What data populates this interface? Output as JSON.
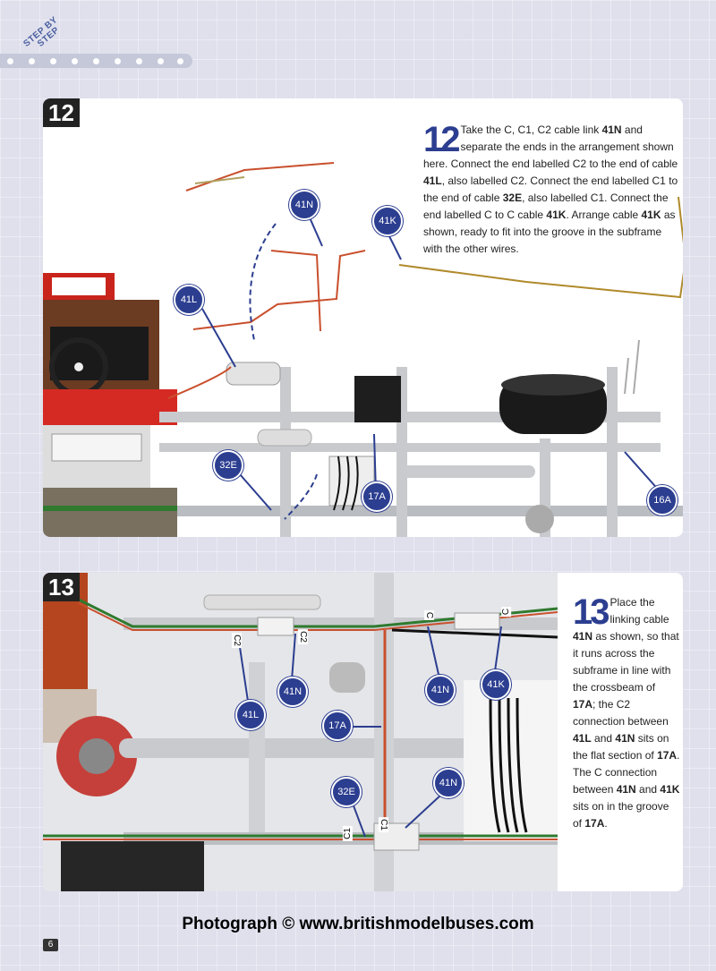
{
  "header": {
    "line1": "STEP BY",
    "line2": "STEP"
  },
  "step12": {
    "number": "12",
    "big_number": "12",
    "text_parts": [
      "Take the C, C1, C2 cable link ",
      "41N",
      " and separate the ends in the arrangement shown here. Connect the end labelled C2 to the end of cable ",
      "41L",
      ", also labelled C2. Connect the end labelled C1 to the end of cable ",
      "32E",
      ", also labelled C1. Connect the end labelled C to C cable ",
      "41K",
      ". Arrange cable ",
      "41K",
      " as shown, ready to fit into the groove in the subframe with the other wires."
    ],
    "callouts": [
      "41N",
      "41K",
      "41L",
      "32E",
      "17A",
      "16A"
    ]
  },
  "step13": {
    "number": "13",
    "big_number": "13",
    "text_parts": [
      "Place the linking cable ",
      "41N",
      " as shown, so that it runs across the subframe in line with the crossbeam of ",
      "17A",
      "; the C2 connection between ",
      "41L",
      " and ",
      "41N",
      " sits on the flat section of ",
      "17A",
      ". The C connection between ",
      "41N",
      " and ",
      "41K",
      " sits on in the groove of ",
      "17A",
      "."
    ],
    "callouts": [
      "41L",
      "41N",
      "17A",
      "41N",
      "41K",
      "32E",
      "41N"
    ],
    "labels": [
      "C2",
      "C2",
      "C",
      "C",
      "C1",
      "C1"
    ]
  },
  "footer": {
    "copyright": "Photograph © www.britishmodelbuses.com",
    "page_number": "6"
  }
}
